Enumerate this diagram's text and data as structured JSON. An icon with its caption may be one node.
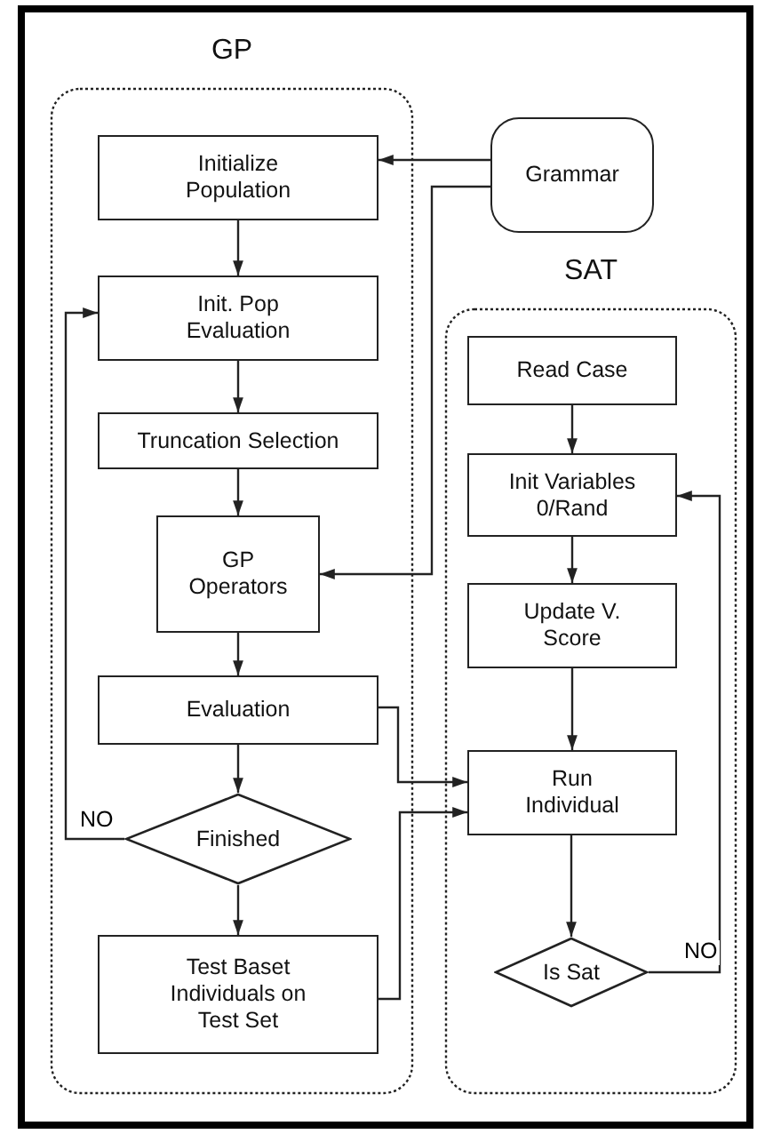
{
  "diagram": {
    "nodes": [
      {
        "text": [
          "GP"
        ]
      },
      {
        "text": [
          "Initialize Population"
        ],
        "in": 0
      },
      {
        "text": [
          "Init. Pop Evaluation"
        ],
        "in": 0
      },
      {
        "text": [
          "Truncation Selection"
        ],
        "in": 0
      },
      {
        "text": [
          "GP Operators"
        ],
        "in": 0
      },
      {
        "text": [
          "Evaluation"
        ],
        "in": 0
      },
      {
        "text": [
          "Finished"
        ],
        "in": 0
      },
      {
        "text": [
          "Test Baset Individuals on Test Set"
        ],
        "in": 0
      },
      {
        "text": [
          "Grammar"
        ]
      },
      {
        "text": [
          "SAT"
        ]
      },
      {
        "text": [
          "Read Case"
        ],
        "in": 9
      },
      {
        "text": [
          "Init Variables 0/Rand"
        ],
        "in": 9
      },
      {
        "text": [
          "Update V. Score"
        ],
        "in": 9
      },
      {
        "text": [
          "Run Individual"
        ],
        "in": 9
      },
      {
        "text": [
          "Is Sat"
        ],
        "in": 9
      }
    ],
    "edges": [
      {
        "from": 1,
        "to": 2,
        "arrow": "to"
      },
      {
        "from": 2,
        "to": 3,
        "arrow": "to"
      },
      {
        "from": 3,
        "to": 4,
        "arrow": "to"
      },
      {
        "from": 4,
        "to": 5,
        "arrow": "to"
      },
      {
        "from": 5,
        "to": 6,
        "arrow": "to"
      },
      {
        "from": 6,
        "to": 7,
        "arrow": "to"
      },
      {
        "from": 6,
        "to": 2,
        "arrow": "to",
        "label": "NO"
      },
      {
        "from": 8,
        "to": 1,
        "arrow": "to"
      },
      {
        "from": 8,
        "to": 4,
        "arrow": "to"
      },
      {
        "from": 5,
        "to": 13,
        "arrow": "to"
      },
      {
        "from": 7,
        "to": 13,
        "arrow": "to"
      },
      {
        "from": 10,
        "to": 11,
        "arrow": "to"
      },
      {
        "from": 11,
        "to": 12,
        "arrow": "to"
      },
      {
        "from": 12,
        "to": 13,
        "arrow": "to"
      },
      {
        "from": 13,
        "to": 14,
        "arrow": "to"
      },
      {
        "from": 14,
        "to": 11,
        "arrow": "to",
        "label": "NO"
      }
    ]
  }
}
